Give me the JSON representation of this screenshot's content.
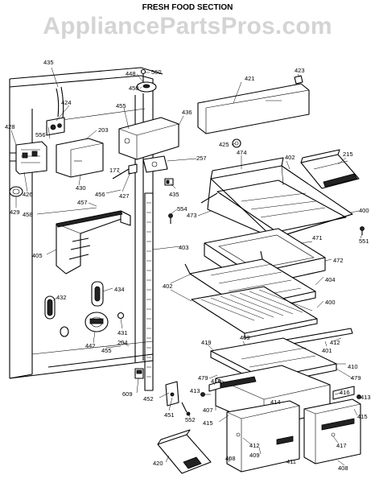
{
  "title": "FRESH FOOD SECTION",
  "watermark": "AppliancePartsPros.com",
  "callouts": [
    "435",
    "448",
    "560",
    "450",
    "421",
    "423",
    "424",
    "455",
    "436",
    "556",
    "203",
    "428",
    "425",
    "474",
    "402",
    "215",
    "257",
    "430",
    "177",
    "427",
    "426",
    "429",
    "456",
    "457",
    "458",
    "435",
    "554",
    "473",
    "400",
    "551",
    "405",
    "403",
    "471",
    "472",
    "404",
    "402",
    "434",
    "432",
    "400",
    "431",
    "442",
    "455",
    "204",
    "419",
    "409",
    "412",
    "410",
    "401",
    "479",
    "416",
    "479",
    "413",
    "609",
    "407",
    "414",
    "413",
    "415",
    "452",
    "451",
    "552",
    "415",
    "416",
    "412",
    "409",
    "411",
    "417",
    "420",
    "408",
    "408"
  ]
}
